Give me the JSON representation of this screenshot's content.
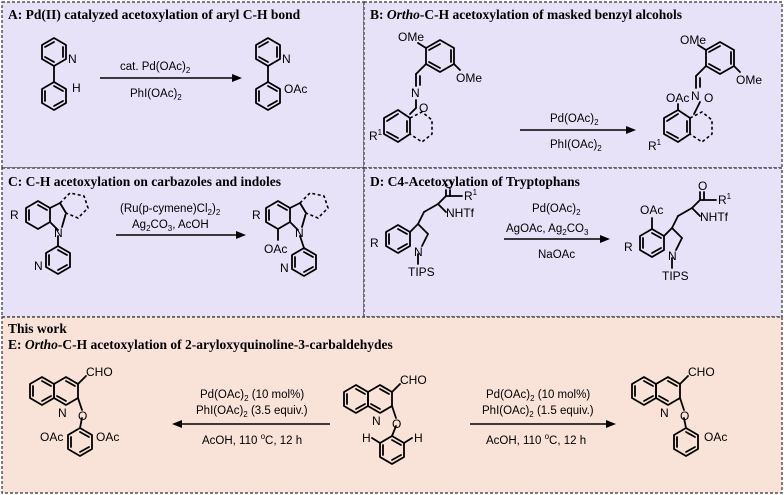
{
  "panels": {
    "A": {
      "title": "A: Pd(II) catalyzed acetoxylation of aryl C-H bond",
      "reagent_top": "cat. Pd(OAc)",
      "reagent_top_sub": "2",
      "reagent_bottom": "PhI(OAc)",
      "reagent_bottom_sub": "2",
      "labels": {
        "h": "H",
        "oac": "OAc"
      }
    },
    "B": {
      "title_prefix": "B: ",
      "title_italic": "Ortho",
      "title_suffix": "-C-H acetoxylation of masked benzyl alcohols",
      "reagent_top": "Pd(OAc)",
      "reagent_top_sub": "2",
      "reagent_bottom": "PhI(OAc)",
      "reagent_bottom_sub": "2",
      "labels": {
        "ome1": "OMe",
        "ome2": "OMe",
        "n": "N",
        "o": "O",
        "r1": "R",
        "r1_sup": "1",
        "oac": "OAc"
      }
    },
    "C": {
      "title": "C: C-H acetoxylation on carbazoles and indoles",
      "reagent_line1": "(Ru(p-cymene)Cl",
      "reagent_line1_sub": "2",
      "reagent_line1_end": ")",
      "reagent_line1_sub2": "2",
      "reagent_line2": "Ag",
      "reagent_line2_sub": "2",
      "reagent_line2_mid": "CO",
      "reagent_line2_sub2": "3",
      "reagent_line2_end": ", AcOH",
      "labels": {
        "r": "R",
        "n": "N",
        "oac": "OAc"
      }
    },
    "D": {
      "title": "D: C4-Acetoxylation of Tryptophans",
      "reagent_line1": "Pd(OAc)",
      "reagent_line1_sub": "2",
      "reagent_line2": "AgOAc, Ag",
      "reagent_line2_sub": "2",
      "reagent_line2_mid": "CO",
      "reagent_line2_sub2": "3",
      "reagent_line3": "NaOAc",
      "labels": {
        "o": "O",
        "r1": "R",
        "r1_sup": "1",
        "nhtf": "NHTf",
        "r": "R",
        "n": "N",
        "tips": "TIPS",
        "oac": "OAc"
      }
    },
    "E": {
      "subtitle": "This work",
      "title_prefix": "E: ",
      "title_italic": "Ortho",
      "title_suffix": "-C-H acetoxylation of 2-aryloxyquinoline-3-carbaldehydes",
      "left_reagents": {
        "line1": "Pd(OAc)",
        "line1_sub": "2",
        "line1_end": " (10 mol%)",
        "line2": "PhI(OAc)",
        "line2_sub": "2",
        "line2_end": " (3.5 equiv.)",
        "line3": "AcOH, 110 ",
        "line3_sup": "o",
        "line3_end": "C, 12 h"
      },
      "right_reagents": {
        "line1": "Pd(OAc)",
        "line1_sub": "2",
        "line1_end": " (10 mol%)",
        "line2": "PhI(OAc)",
        "line2_sub": "2",
        "line2_end": " (1.5 equiv.)",
        "line3": "AcOH, 110 ",
        "line3_sup": "o",
        "line3_end": "C, 12 h"
      },
      "labels": {
        "cho": "CHO",
        "n": "N",
        "o": "O",
        "h": "H",
        "oac": "OAc"
      }
    }
  },
  "colors": {
    "top_panels_bg": "#e7e2f8",
    "bottom_panel_bg": "#f9e2d8",
    "border": "#333333"
  }
}
